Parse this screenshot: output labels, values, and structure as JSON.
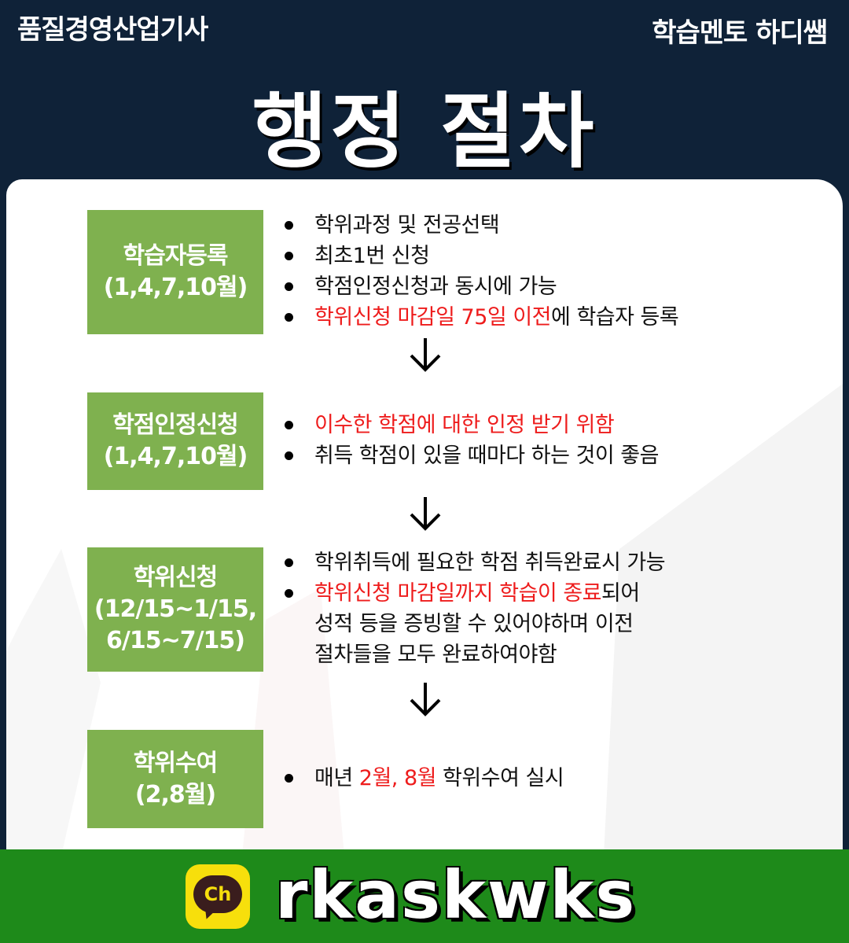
{
  "header": {
    "left_text": "품질경영산업기사",
    "right_text": "학습멘토 하디쌤",
    "title": "행정 절차"
  },
  "steps": [
    {
      "name": "학습자등록",
      "period": "(1,4,7,10월)",
      "bullets": [
        {
          "text": "학위과정 및 전공선택"
        },
        {
          "text": "최초1번 신청"
        },
        {
          "text": "학점인정신청과 동시에 가능"
        },
        {
          "red": "학위신청 마감일 75일 이전",
          "text": "에 학습자 등록"
        }
      ]
    },
    {
      "name": "학점인정신청",
      "period": "(1,4,7,10월)",
      "bullets": [
        {
          "red": "이수한 학점에 대한 인정 받기 위함"
        },
        {
          "text": "취득 학점이 있을 때마다 하는 것이 좋음"
        }
      ]
    },
    {
      "name": "학위신청",
      "period_line1": "(12/15~1/15,",
      "period_line2": "6/15~7/15)",
      "bullets": [
        {
          "text": "학위취득에 필요한 학점 취득완료시 가능"
        },
        {
          "red": "학위신청 마감일까지 학습이 종료",
          "text": "되어"
        },
        {
          "text": "성적 등을 증빙할 수 있어야하며 이전"
        },
        {
          "text": "절차들을 모두 완료하여야함"
        }
      ]
    },
    {
      "name": "학위수여",
      "period": "(2,8월)",
      "bullets": [
        {
          "pre": "매년 ",
          "red": "2월, 8월",
          "text": " 학위수여 실시"
        }
      ]
    }
  ],
  "footer": {
    "logo_text": "Ch",
    "channel_id": "rkaskwks"
  },
  "colors": {
    "navy": "#0f2238",
    "green_box": "#7fb14f",
    "footer_green": "#1e8a1a",
    "highlight_red": "#ee1c1c",
    "kakao_yellow": "#f7df0c"
  },
  "icons": [
    "down-arrow-icon",
    "kakao-channel-icon"
  ]
}
